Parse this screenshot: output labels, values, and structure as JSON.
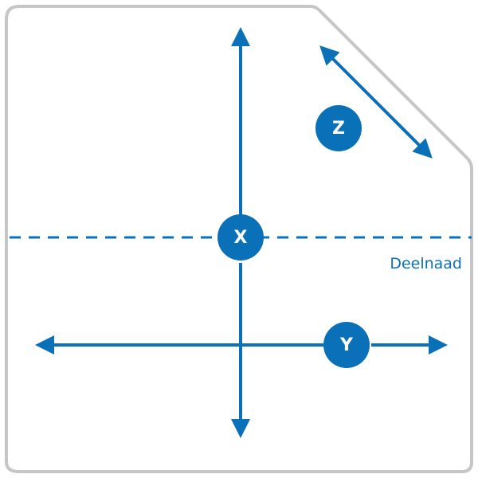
{
  "colors": {
    "accent": "#0a70b8",
    "outline": "#c6c6c6",
    "badge_text": "#ffffff"
  },
  "badges": {
    "x": "X",
    "y": "Y",
    "z": "Z"
  },
  "seam_label": "Deelnaad"
}
